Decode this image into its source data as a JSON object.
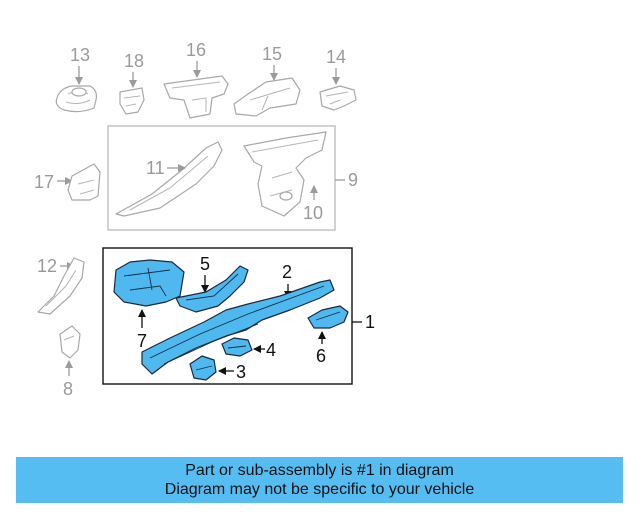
{
  "colors": {
    "part_fill": "#4fb8ef",
    "banner_background": "#56bdf3",
    "gray_line": "#a8a8a8",
    "dark_line": "#111111"
  },
  "callouts": {
    "c1": "1",
    "c2": "2",
    "c3": "3",
    "c4": "4",
    "c5": "5",
    "c6": "6",
    "c7": "7",
    "c8": "8",
    "c9": "9",
    "c10": "10",
    "c11": "11",
    "c12": "12",
    "c13": "13",
    "c14": "14",
    "c15": "15",
    "c16": "16",
    "c17": "17",
    "c18": "18"
  },
  "banner": {
    "line1": "Part or sub-assembly is #1 in diagram",
    "line2": "Diagram may not be specific to your vehicle"
  }
}
